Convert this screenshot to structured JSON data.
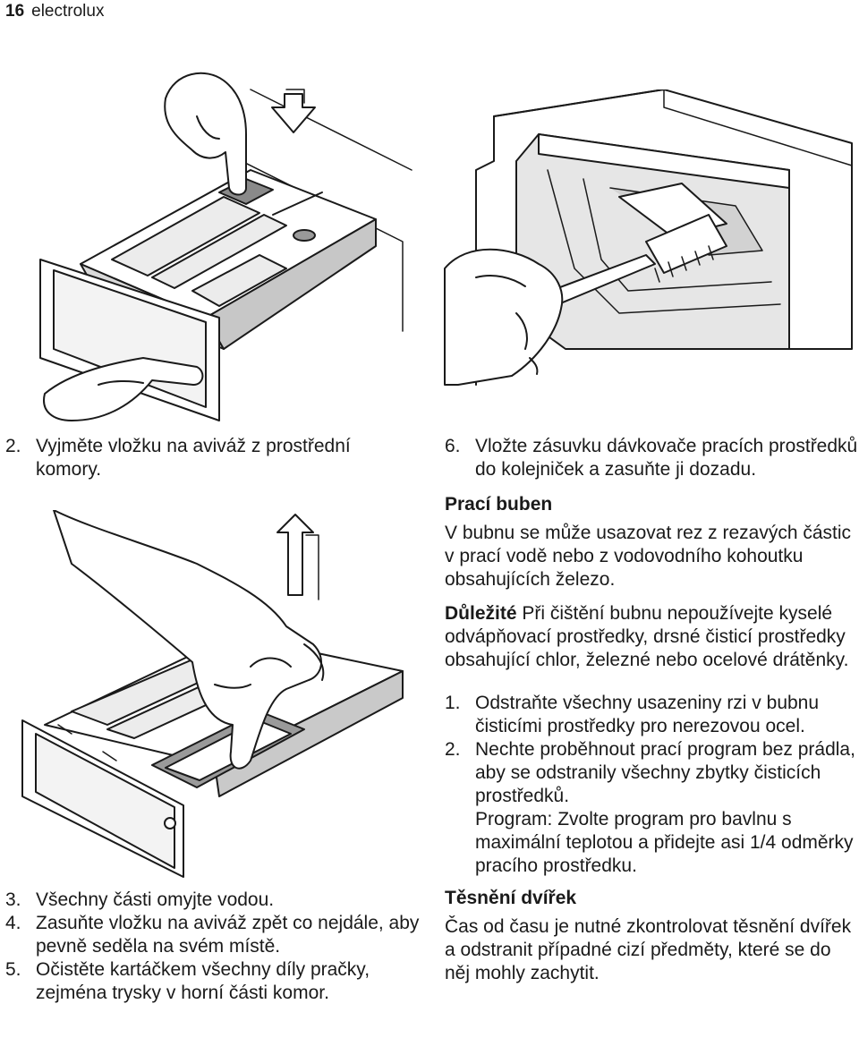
{
  "header": {
    "page_number": "16",
    "brand": "electrolux"
  },
  "left": {
    "step2": {
      "num": "2.",
      "text": "Vyjměte vložku na aviváž z prostřední komory."
    },
    "steps_3_5": [
      {
        "num": "3.",
        "text": "Všechny části omyjte vodou."
      },
      {
        "num": "4.",
        "text": "Zasuňte vložku na aviváž zpět co nejdále, aby pevně seděla na svém místě."
      },
      {
        "num": "5.",
        "text": "Očistěte kartáčkem všechny díly pračky, zejména trysky v horní části komor."
      }
    ]
  },
  "right": {
    "step6": {
      "num": "6.",
      "text": "Vložte zásuvku dávkovače pracích prostředků do kolejniček a zasuňte ji dozadu."
    },
    "drum_heading": "Prací buben",
    "drum_text": "V bubnu se může usazovat rez z rezavých částic v prací vodě nebo z vodovodního kohoutku obsahujících železo.",
    "important_label": "Důležité",
    "important_text": " Při čištění bubnu nepoužívejte kyselé odvápňovací prostředky, drsné čisticí prostředky obsahující chlor, železné nebo ocelové drátěnky.",
    "drum_steps": [
      {
        "num": "1.",
        "text": "Odstraňte všechny usazeniny rzi v bubnu čisticími prostředky pro nerezovou ocel."
      },
      {
        "num": "2.",
        "text": "Nechte proběhnout prací program bez prádla, aby se odstranily všechny zbytky čisticích prostředků."
      },
      {
        "num": "",
        "text": "Program: Zvolte program pro bavlnu s maximální teplotou a přidejte asi 1/4 odměrky pracího prostředku."
      }
    ],
    "seal_heading": "Těsnění dvířek",
    "seal_text": "Čas od času je nutné zkontrolovat těsnění dvířek a odstranit případné cizí předměty, které se do něj mohly zachytit."
  }
}
